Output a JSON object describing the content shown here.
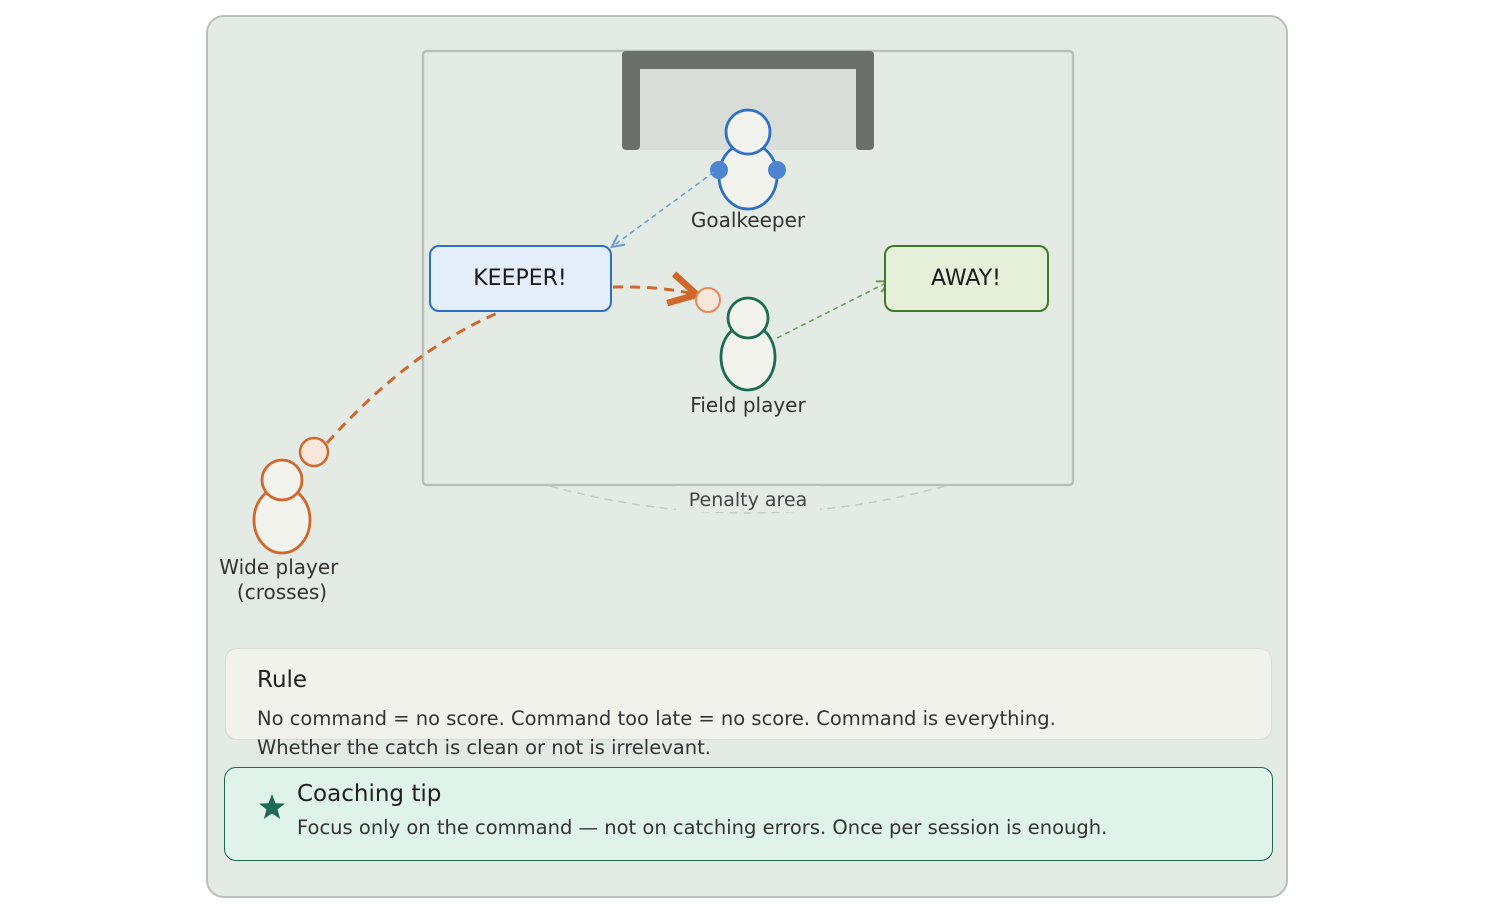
{
  "diagram": {
    "keeper_label": "Goalkeeper",
    "field_player_label": "Field player",
    "wide_player_label_line1": "Wide player",
    "wide_player_label_line2": "(crosses)",
    "penalty_area_label": "Penalty area",
    "keeper_call": "KEEPER!",
    "away_call": "AWAY!"
  },
  "rule": {
    "title": "Rule",
    "line1": "No command = no score. Command too late = no score. Command is everything.",
    "line2": "Whether the catch is clean or not is irrelevant."
  },
  "tip": {
    "icon": "star-icon",
    "title": "Coaching tip",
    "text": "Focus only on the command — not on catching errors. Once per session is enough."
  },
  "colors": {
    "keeper": "#2f6fc4",
    "field_player": "#1d6b52",
    "wide_player": "#d0672c",
    "away_call": "#3f7a25"
  }
}
